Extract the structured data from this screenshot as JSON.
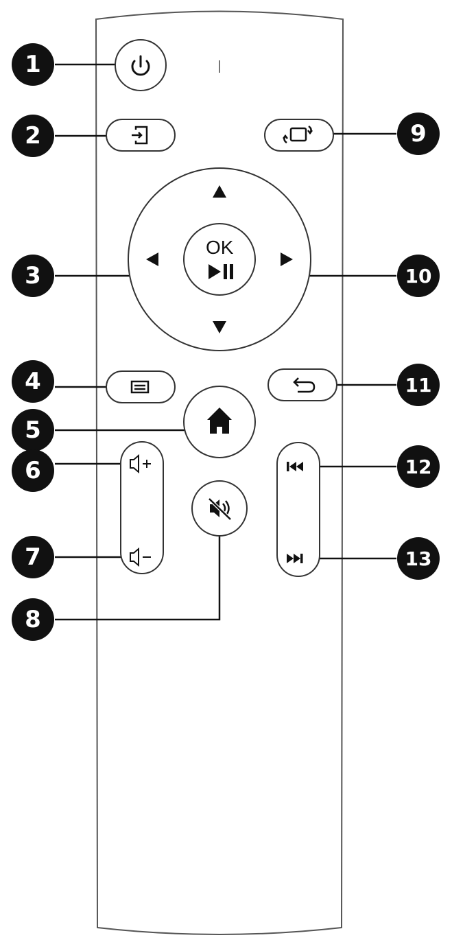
{
  "callouts": [
    {
      "id": "1",
      "icon": "power-icon"
    },
    {
      "id": "2",
      "icon": "input-source-icon"
    },
    {
      "id": "3",
      "icon": "dpad-ring"
    },
    {
      "id": "4",
      "icon": "menu-icon"
    },
    {
      "id": "5",
      "icon": "home-icon"
    },
    {
      "id": "6",
      "icon": "volume-up-icon"
    },
    {
      "id": "7",
      "icon": "volume-down-icon"
    },
    {
      "id": "8",
      "icon": "mute-icon"
    },
    {
      "id": "9",
      "icon": "rotate-screen-icon"
    },
    {
      "id": "10",
      "icon": "ok-play-pause-icon"
    },
    {
      "id": "11",
      "icon": "back-icon"
    },
    {
      "id": "12",
      "icon": "previous-track-icon"
    },
    {
      "id": "13",
      "icon": "next-track-icon"
    }
  ],
  "buttons": {
    "ok_label": "OK"
  },
  "colors": {
    "badge": "#111111",
    "outline": "#333333",
    "body": "#ffffff"
  }
}
